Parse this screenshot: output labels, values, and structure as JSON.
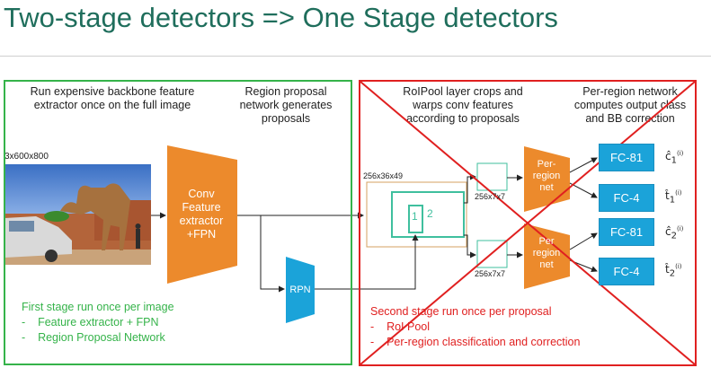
{
  "title": "Two-stage detectors => One Stage detectors",
  "stage1": {
    "backbone_caption": [
      "Run expensive backbone feature",
      "extractor once on the full image"
    ],
    "rpn_caption": [
      "Region proposal",
      "network generates",
      "proposals"
    ],
    "input_dims": "3x600x800",
    "conv_block": [
      "Conv",
      "Feature",
      "extractor",
      "+FPN"
    ],
    "rpn_block": "RPN",
    "summary_title": "First stage run once per image",
    "summary_items": [
      "Feature extractor + FPN",
      "Region Proposal Network"
    ]
  },
  "stage2": {
    "roipool_caption": [
      "RoIPool layer crops and",
      "warps conv features",
      "according to proposals"
    ],
    "perregion_caption": [
      "Per-region network",
      "computes output class",
      "and BB correction"
    ],
    "feature_dims": "256x36x49",
    "crop_dims_1": "256x7x7",
    "crop_dims_2": "256x7x7",
    "proposal_1": "1",
    "proposal_2": "2",
    "perregion_net_1": [
      "Per-",
      "region",
      "net"
    ],
    "perregion_net_2": [
      "Per",
      "region",
      "net"
    ],
    "fc": [
      "FC-81",
      "FC-4",
      "FC-81",
      "FC-4"
    ],
    "outputs": [
      {
        "sym": "ĉ",
        "sub": "1",
        "sup": "(i)"
      },
      {
        "sym": "t̂",
        "sub": "1",
        "sup": "(i)"
      },
      {
        "sym": "ĉ",
        "sub": "2",
        "sup": "(i)"
      },
      {
        "sym": "t̂",
        "sub": "2",
        "sup": "(i)"
      }
    ],
    "summary_title": "Second stage run once per proposal",
    "summary_items": [
      "RoI Pool",
      "Per-region classification and correction"
    ]
  },
  "colors": {
    "title": "#1f6e5c",
    "green": "#35b34a",
    "red": "#e02020",
    "orange": "#ec8a2c",
    "blue": "#1ba3d9",
    "teal": "#3fbf9e"
  }
}
